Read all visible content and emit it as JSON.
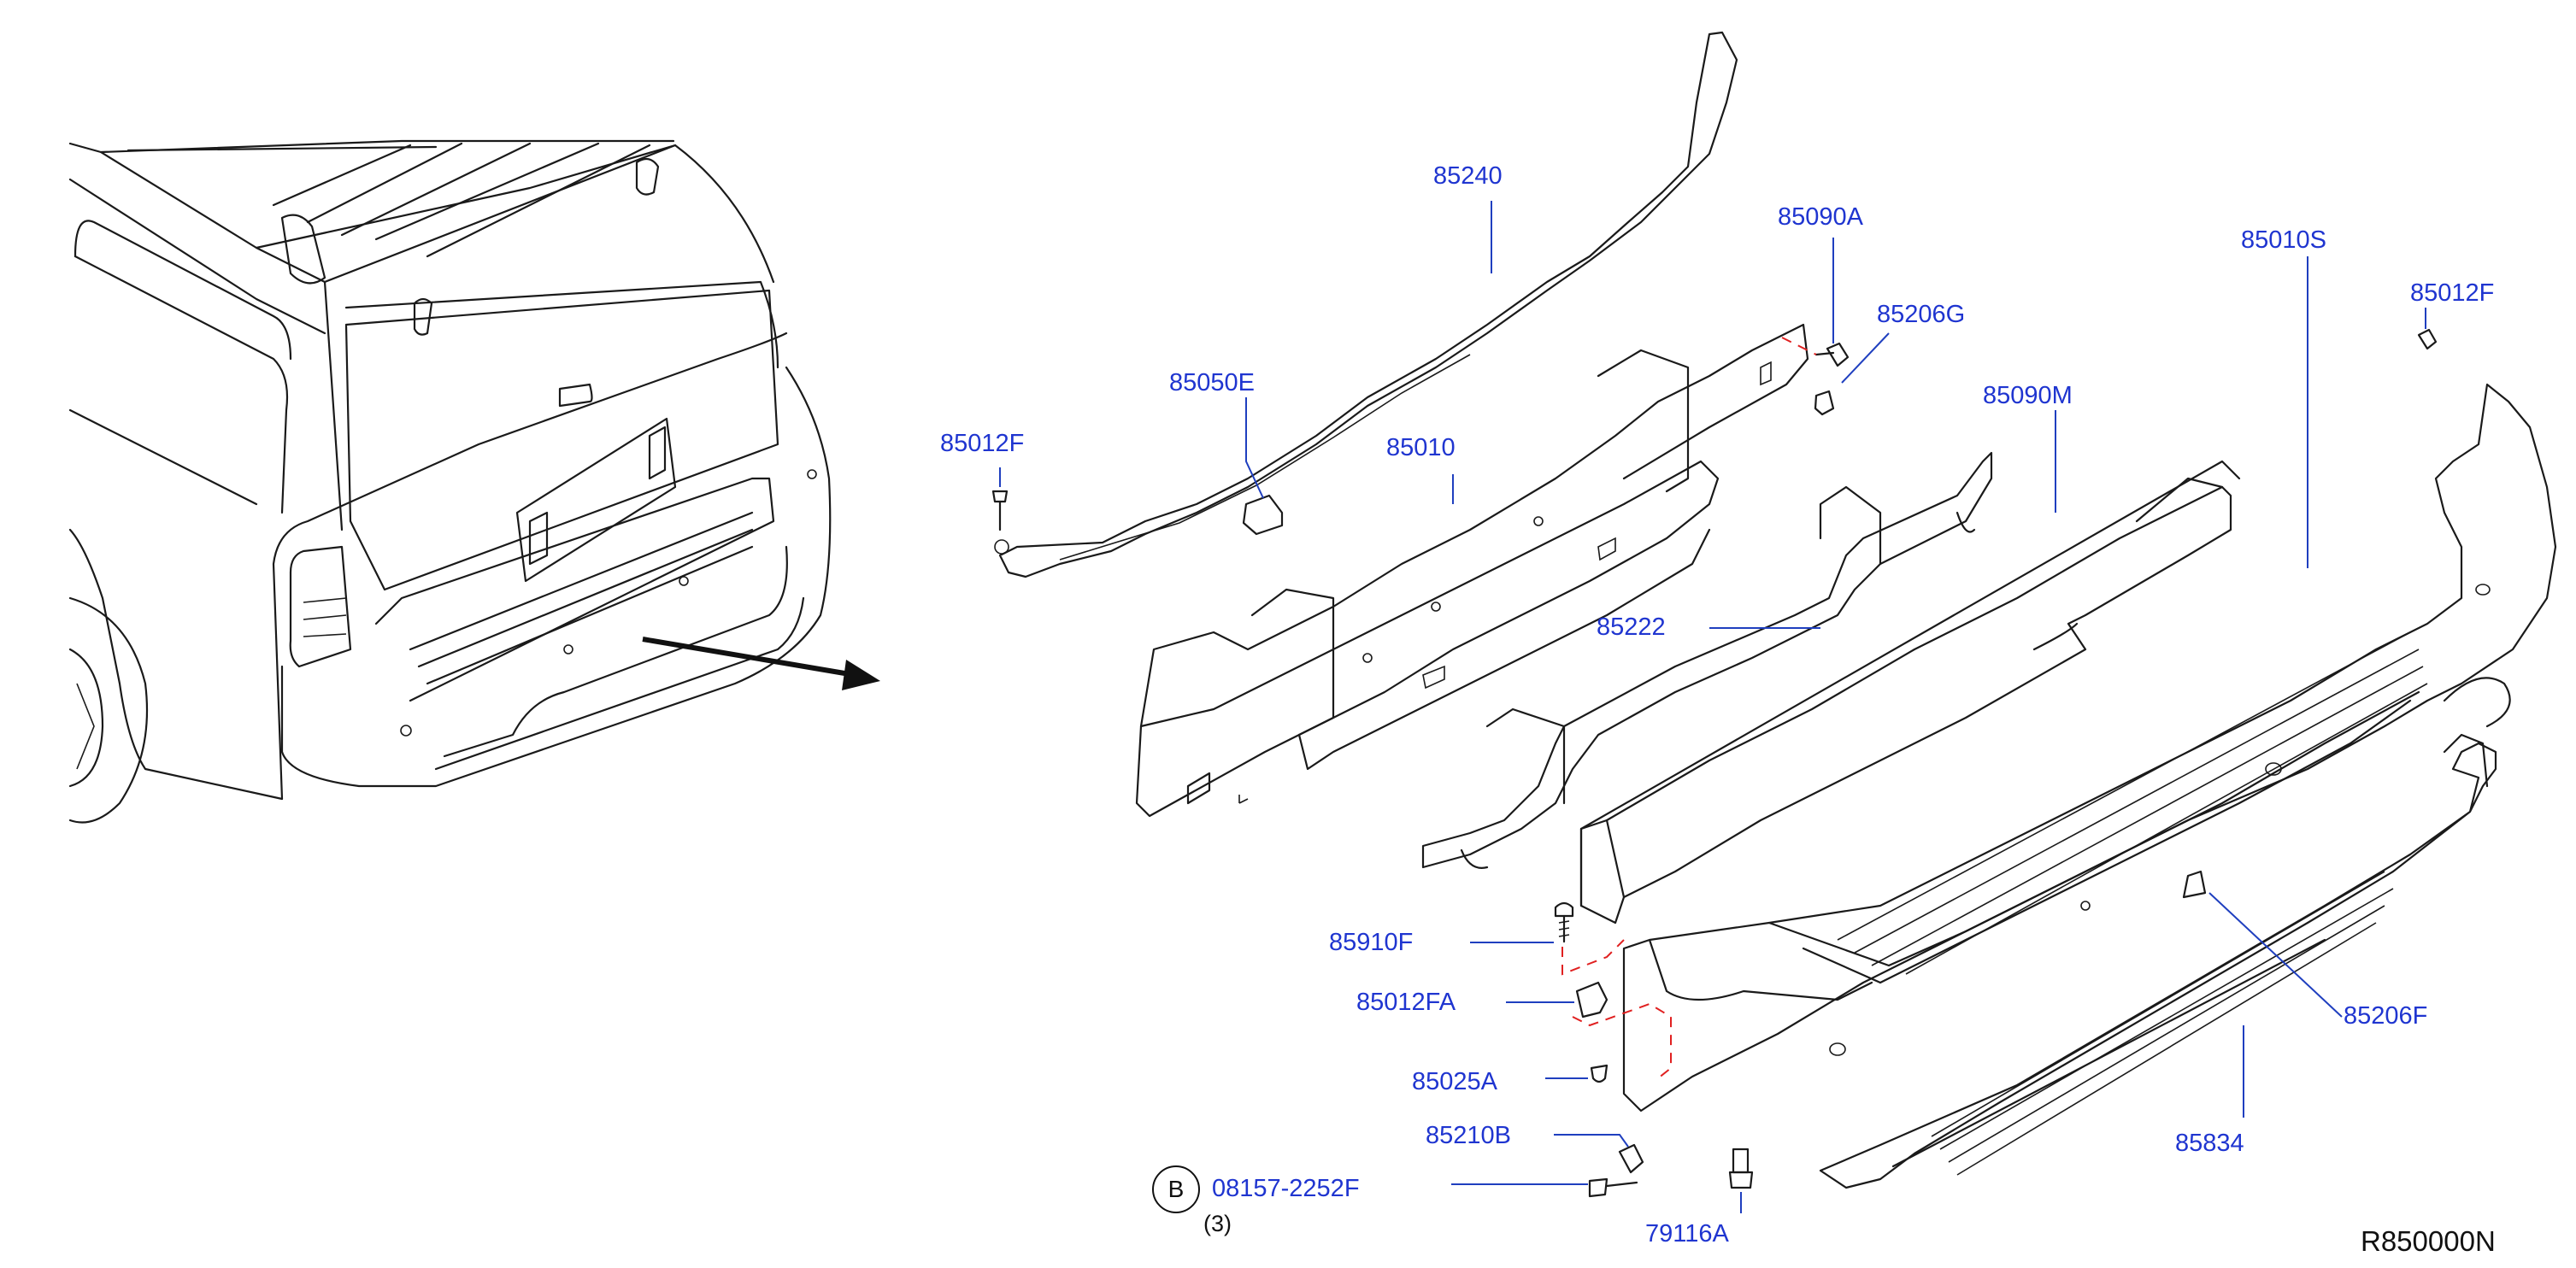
{
  "diagram": {
    "reference_code": "R850000N",
    "labels": {
      "p85240": "85240",
      "p85090A": "85090A",
      "p85206G": "85206G",
      "p85010S": "85010S",
      "p85012F_right": "85012F",
      "p85050E": "85050E",
      "p85090M": "85090M",
      "p85012F_left": "85012F",
      "p85010": "85010",
      "p85222": "85222",
      "p85910F": "85910F",
      "p85012FA": "85012FA",
      "p85206F": "85206F",
      "p85025A": "85025A",
      "p85834": "85834",
      "p85210B": "85210B",
      "p08157": "08157-2252F",
      "p79116A": "79116A"
    },
    "bolt_marker": "B",
    "bolt_quantity": "(3)"
  }
}
